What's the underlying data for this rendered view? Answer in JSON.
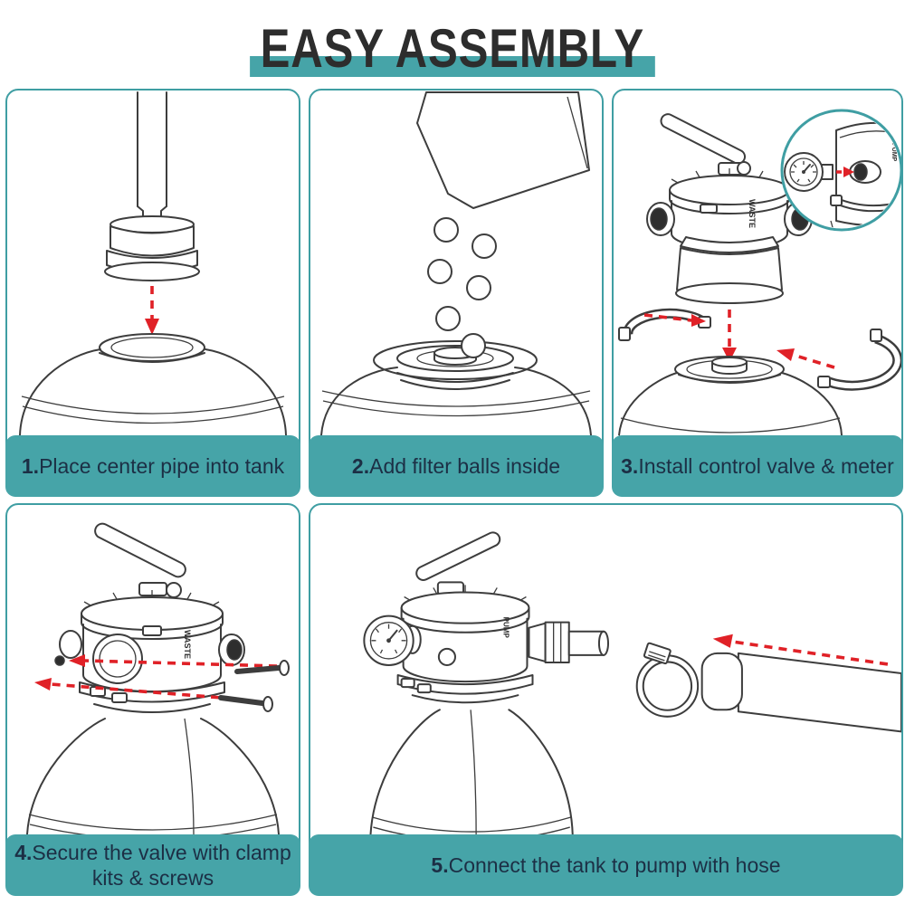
{
  "title": "EASY ASSEMBLY",
  "steps": [
    {
      "number": "1.",
      "text": "Place center pipe into tank"
    },
    {
      "number": "2.",
      "text": "Add filter balls inside"
    },
    {
      "number": "3.",
      "text": "Install control valve & meter"
    },
    {
      "number": "4.",
      "text": "Secure the valve with clamp kits & screws"
    },
    {
      "number": "5.",
      "text": "Connect the tank to pump with hose"
    }
  ],
  "labels": {
    "waste": "WASTE",
    "pump": "PUMP"
  },
  "colors": {
    "teal": "#46A4A8",
    "teal_border": "#3F9EA3",
    "caption_text": "#1C2F45",
    "title_text": "#2D2D2D",
    "arrow_red": "#E02127",
    "line_art": "#3D3D3D"
  }
}
